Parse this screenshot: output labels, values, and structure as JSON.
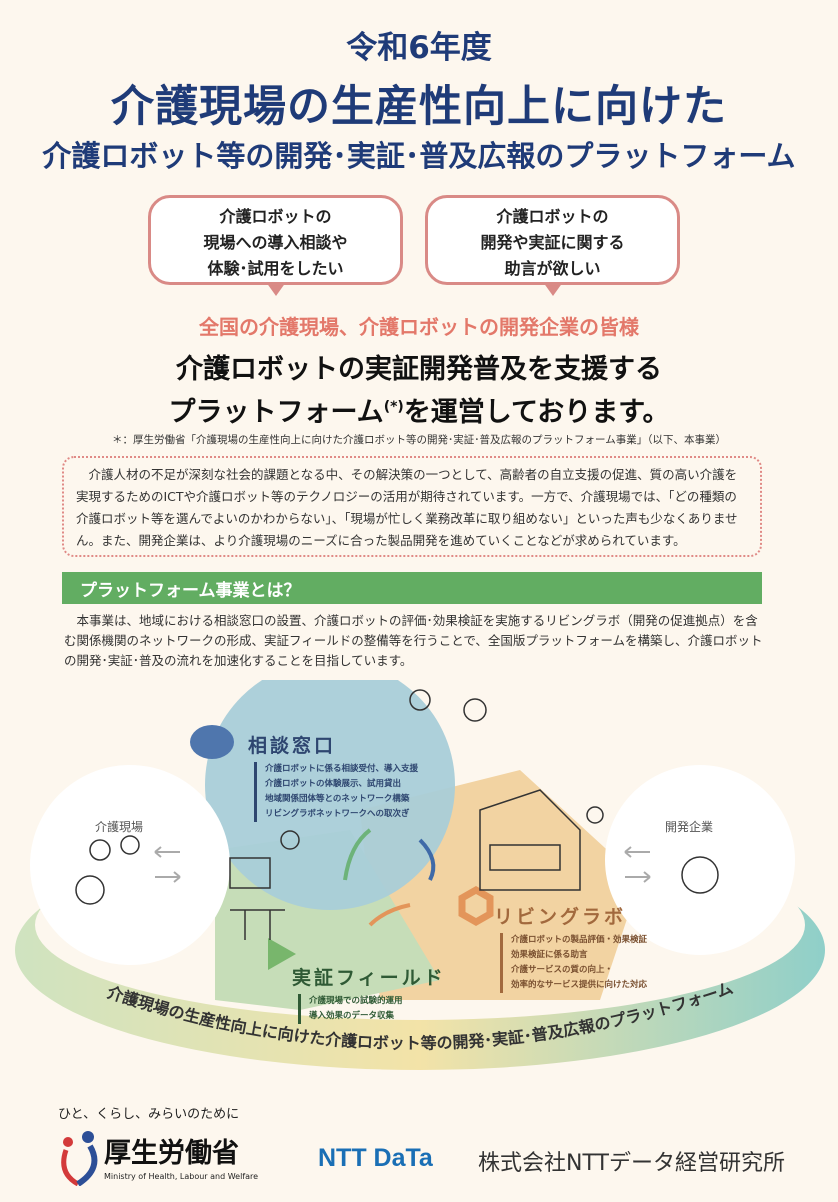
{
  "title": {
    "year": "令和6年度",
    "line2": "介護現場の生産性向上に向けた",
    "line3": "介護ロボット等の開発･実証･普及広報のプラットフォーム"
  },
  "bubbles": [
    {
      "lines": [
        "介護ロボットの",
        "現場への導入相談や",
        "体験･試用をしたい"
      ]
    },
    {
      "lines": [
        "介護ロボットの",
        "開発や実証に関する",
        "助言が欲しい"
      ]
    }
  ],
  "audience": "全国の介護現場、介護ロボットの開発企業の皆様",
  "headline": {
    "line1": "介護ロボットの実証開発普及を支援する",
    "line2_a": "プラットフォーム",
    "line2_sup": "(*)",
    "line2_b": "を運営しております。"
  },
  "footnote": "＊：厚生労働省「介護現場の生産性向上に向けた介護ロボット等の開発･実証･普及広報のプラットフォーム事業」（以下、本事業）",
  "intro": "　介護人材の不足が深刻な社会的課題となる中、その解決策の一つとして、高齢者の自立支援の促進、質の高い介護を実現するためのICTや介護ロボット等のテクノロジーの活用が期待されています。一方で、介護現場では、「どの種類の介護ロボット等を選んでよいのかわからない」、「現場が忙しく業務改革に取り組めない」といった声も少なくありません。また、開発企業は、より介護現場のニーズに合った製品開発を進めていくことなどが求められています。",
  "section": {
    "title": "プラットフォーム事業とは？",
    "body": "本事業は、地域における相談窓口の設置、介護ロボットの評価･効果検証を実施するリビングラボ（開発の促進拠点）を含む関係機関のネットワークの形成、実証フィールドの整備等を行うことで、全国版プラットフォームを構築し、介護ロボットの開発･実証･普及の流れを加速化することを目指しています。"
  },
  "diagram": {
    "care_site": "介護現場",
    "developer": "開発企業",
    "consult": {
      "title": "相談窓口",
      "items": [
        "介護ロボットに係る相談受付、導入支援",
        "介護ロボットの体験展示、試用貸出",
        "地域関係団体等とのネットワーク構築",
        "リビングラボネットワークへの取次ぎ"
      ]
    },
    "lab": {
      "title": "リビングラボ",
      "items": [
        "介護ロボットの製品評価・効果検証",
        "効果検証に係る助言",
        "介護サービスの質の向上・",
        "効率的なサービス提供に向けた対応"
      ]
    },
    "field": {
      "title": "実証フィールド",
      "items": [
        "介護現場での試験的運用",
        "導入効果のデータ収集"
      ]
    },
    "band": "介護現場の生産性向上に向けた介護ロボット等の開発･実証･普及広報のプラットフォーム"
  },
  "footer": {
    "slogan": "ひと、くらし、みらいのために",
    "mhlw": "厚生労働省",
    "mhlw_en": "Ministry of Health, Labour and Welfare",
    "ntt_logo": "NTT DaTa",
    "company": "株式会社NTTデータ経営研究所"
  },
  "colors": {
    "navy": "#1f3b78",
    "pink": "#e3786a",
    "green": "#62ad62",
    "blue": "#a9cdd8",
    "orange": "#f2d3a2"
  }
}
